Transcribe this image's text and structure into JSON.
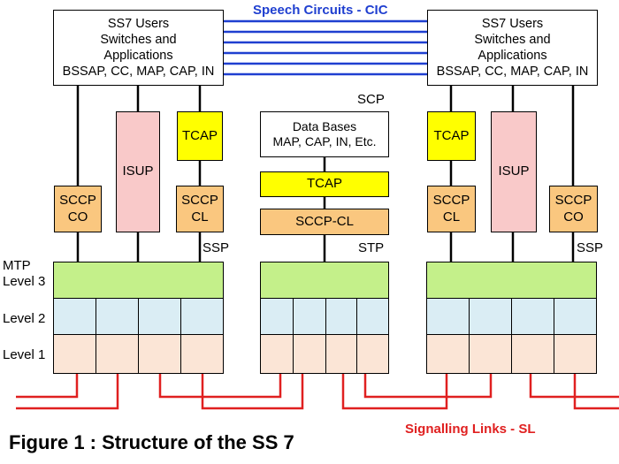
{
  "speech_circuits": "Speech Circuits - CIC",
  "signalling_links": "Signalling Links - SL",
  "caption": "Figure 1 :  Structure of the SS 7",
  "users_box": {
    "line1": "SS7  Users",
    "line2": "Switches  and",
    "line3": "Applications",
    "line4": "BSSAP, CC, MAP, CAP, IN"
  },
  "isup": "ISUP",
  "tcap": "TCAP",
  "sccp_co": {
    "line1": "SCCP",
    "line2": "CO"
  },
  "sccp_cl": {
    "line1": "SCCP",
    "line2": "CL"
  },
  "ssp": "SSP",
  "stp": "STP",
  "scp": "SCP",
  "databases": {
    "line1": "Data Bases",
    "line2": "MAP, CAP, IN,  Etc."
  },
  "stp_tcap": "TCAP",
  "stp_sccp": "SCCP-CL",
  "mtp_level3": {
    "line1": "MTP",
    "line2": "Level 3"
  },
  "level2": "Level 2",
  "level1": "Level 1",
  "colors": {
    "speech_circuit_lines": "#1f3fd0",
    "signalling_link_lines": "#e02020",
    "isup_fill": "#f9c9c9",
    "tcap_fill": "#ffff00",
    "sccp_fill": "#fac77f",
    "level3_fill": "#c4f08a",
    "level2_fill": "#daedf4",
    "level1_fill": "#fbe5d6"
  }
}
